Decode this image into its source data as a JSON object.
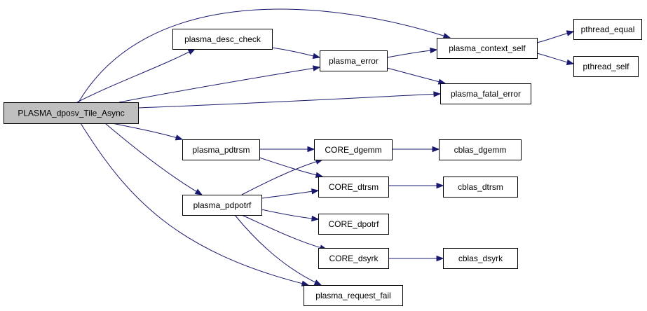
{
  "graph": {
    "nodes": [
      {
        "id": "root",
        "label": "PLASMA_dposv_Tile_Async",
        "root": true
      },
      {
        "id": "desc",
        "label": "plasma_desc_check"
      },
      {
        "id": "err",
        "label": "plasma_error"
      },
      {
        "id": "ctx",
        "label": "plasma_context_self"
      },
      {
        "id": "peq",
        "label": "pthread_equal"
      },
      {
        "id": "pself",
        "label": "pthread_self"
      },
      {
        "id": "fatal",
        "label": "plasma_fatal_error"
      },
      {
        "id": "pdtrsm",
        "label": "plasma_pdtrsm"
      },
      {
        "id": "pdpotrf",
        "label": "plasma_pdpotrf"
      },
      {
        "id": "dgemm",
        "label": "CORE_dgemm"
      },
      {
        "id": "dtrsm",
        "label": "CORE_dtrsm"
      },
      {
        "id": "dpotrf",
        "label": "CORE_dpotrf"
      },
      {
        "id": "dsyrk",
        "label": "CORE_dsyrk"
      },
      {
        "id": "cdgemm",
        "label": "cblas_dgemm"
      },
      {
        "id": "cdtrsm",
        "label": "cblas_dtrsm"
      },
      {
        "id": "cdsyrk",
        "label": "cblas_dsyrk"
      },
      {
        "id": "rfail",
        "label": "plasma_request_fail"
      }
    ],
    "edges": [
      {
        "from": "root",
        "to": "ctx"
      },
      {
        "from": "root",
        "to": "desc"
      },
      {
        "from": "root",
        "to": "err"
      },
      {
        "from": "root",
        "to": "fatal"
      },
      {
        "from": "root",
        "to": "pdtrsm"
      },
      {
        "from": "root",
        "to": "pdpotrf"
      },
      {
        "from": "root",
        "to": "rfail"
      },
      {
        "from": "desc",
        "to": "err"
      },
      {
        "from": "err",
        "to": "ctx"
      },
      {
        "from": "err",
        "to": "fatal"
      },
      {
        "from": "ctx",
        "to": "peq"
      },
      {
        "from": "ctx",
        "to": "pself"
      },
      {
        "from": "pdtrsm",
        "to": "dgemm"
      },
      {
        "from": "pdtrsm",
        "to": "dtrsm"
      },
      {
        "from": "pdpotrf",
        "to": "dgemm"
      },
      {
        "from": "pdpotrf",
        "to": "dtrsm"
      },
      {
        "from": "pdpotrf",
        "to": "dpotrf"
      },
      {
        "from": "pdpotrf",
        "to": "dsyrk"
      },
      {
        "from": "pdpotrf",
        "to": "rfail"
      },
      {
        "from": "dgemm",
        "to": "cdgemm"
      },
      {
        "from": "dtrsm",
        "to": "cdtrsm"
      },
      {
        "from": "dsyrk",
        "to": "cdsyrk"
      }
    ]
  }
}
